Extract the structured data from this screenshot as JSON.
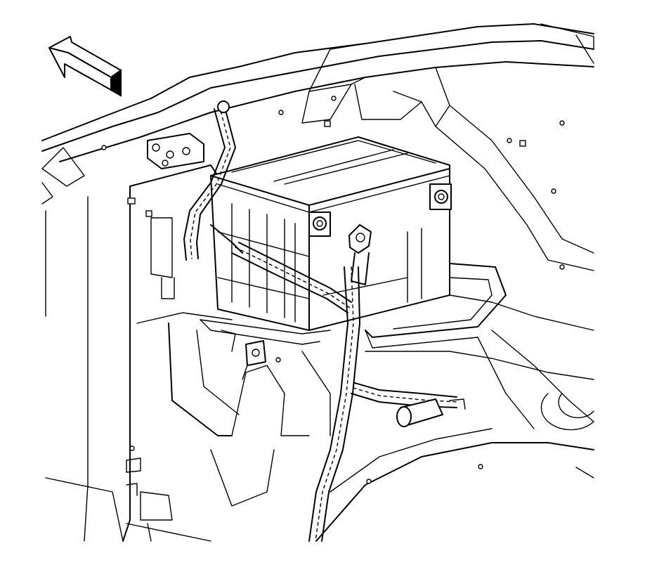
{
  "diagram": {
    "kind": "line-art service illustration",
    "colors": {
      "stroke": "#000000",
      "background": "#ffffff"
    },
    "parts": [
      "direction-arrow",
      "battery",
      "battery-positive-terminal",
      "battery-negative-terminal",
      "battery-cable-positive",
      "battery-cable-negative",
      "battery-tray",
      "cable-clip",
      "fender-panel",
      "cable-end-boot"
    ]
  }
}
